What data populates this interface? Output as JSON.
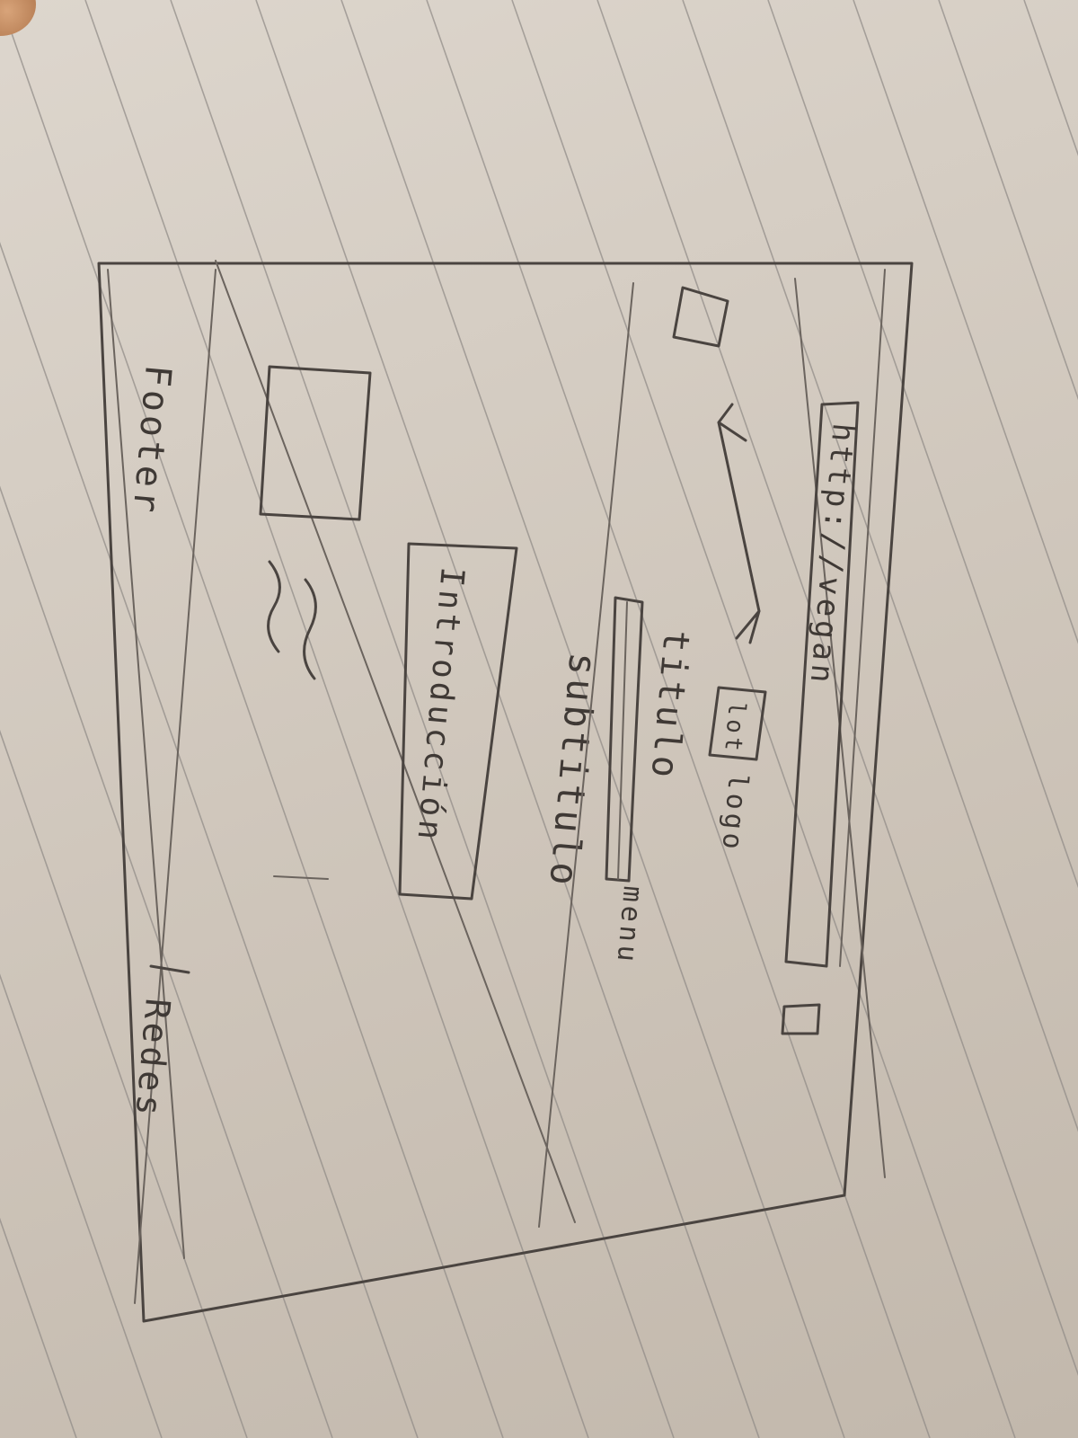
{
  "sketch": {
    "url_bar": {
      "text": "http://vegan"
    },
    "logo_box": {
      "text": "lot"
    },
    "logo_label": {
      "text": "logo"
    },
    "title": {
      "text": "titulo"
    },
    "subtitle": {
      "text": "subtitulo"
    },
    "menu_label": {
      "text": "menu"
    },
    "intro_box": {
      "text": "Introducción"
    },
    "footer": {
      "text": "Footer"
    },
    "social": {
      "text": "Redes"
    }
  },
  "colors": {
    "paper": "#d6cec4",
    "pencil": "#4a4440",
    "ruling": "#8f8a86"
  }
}
